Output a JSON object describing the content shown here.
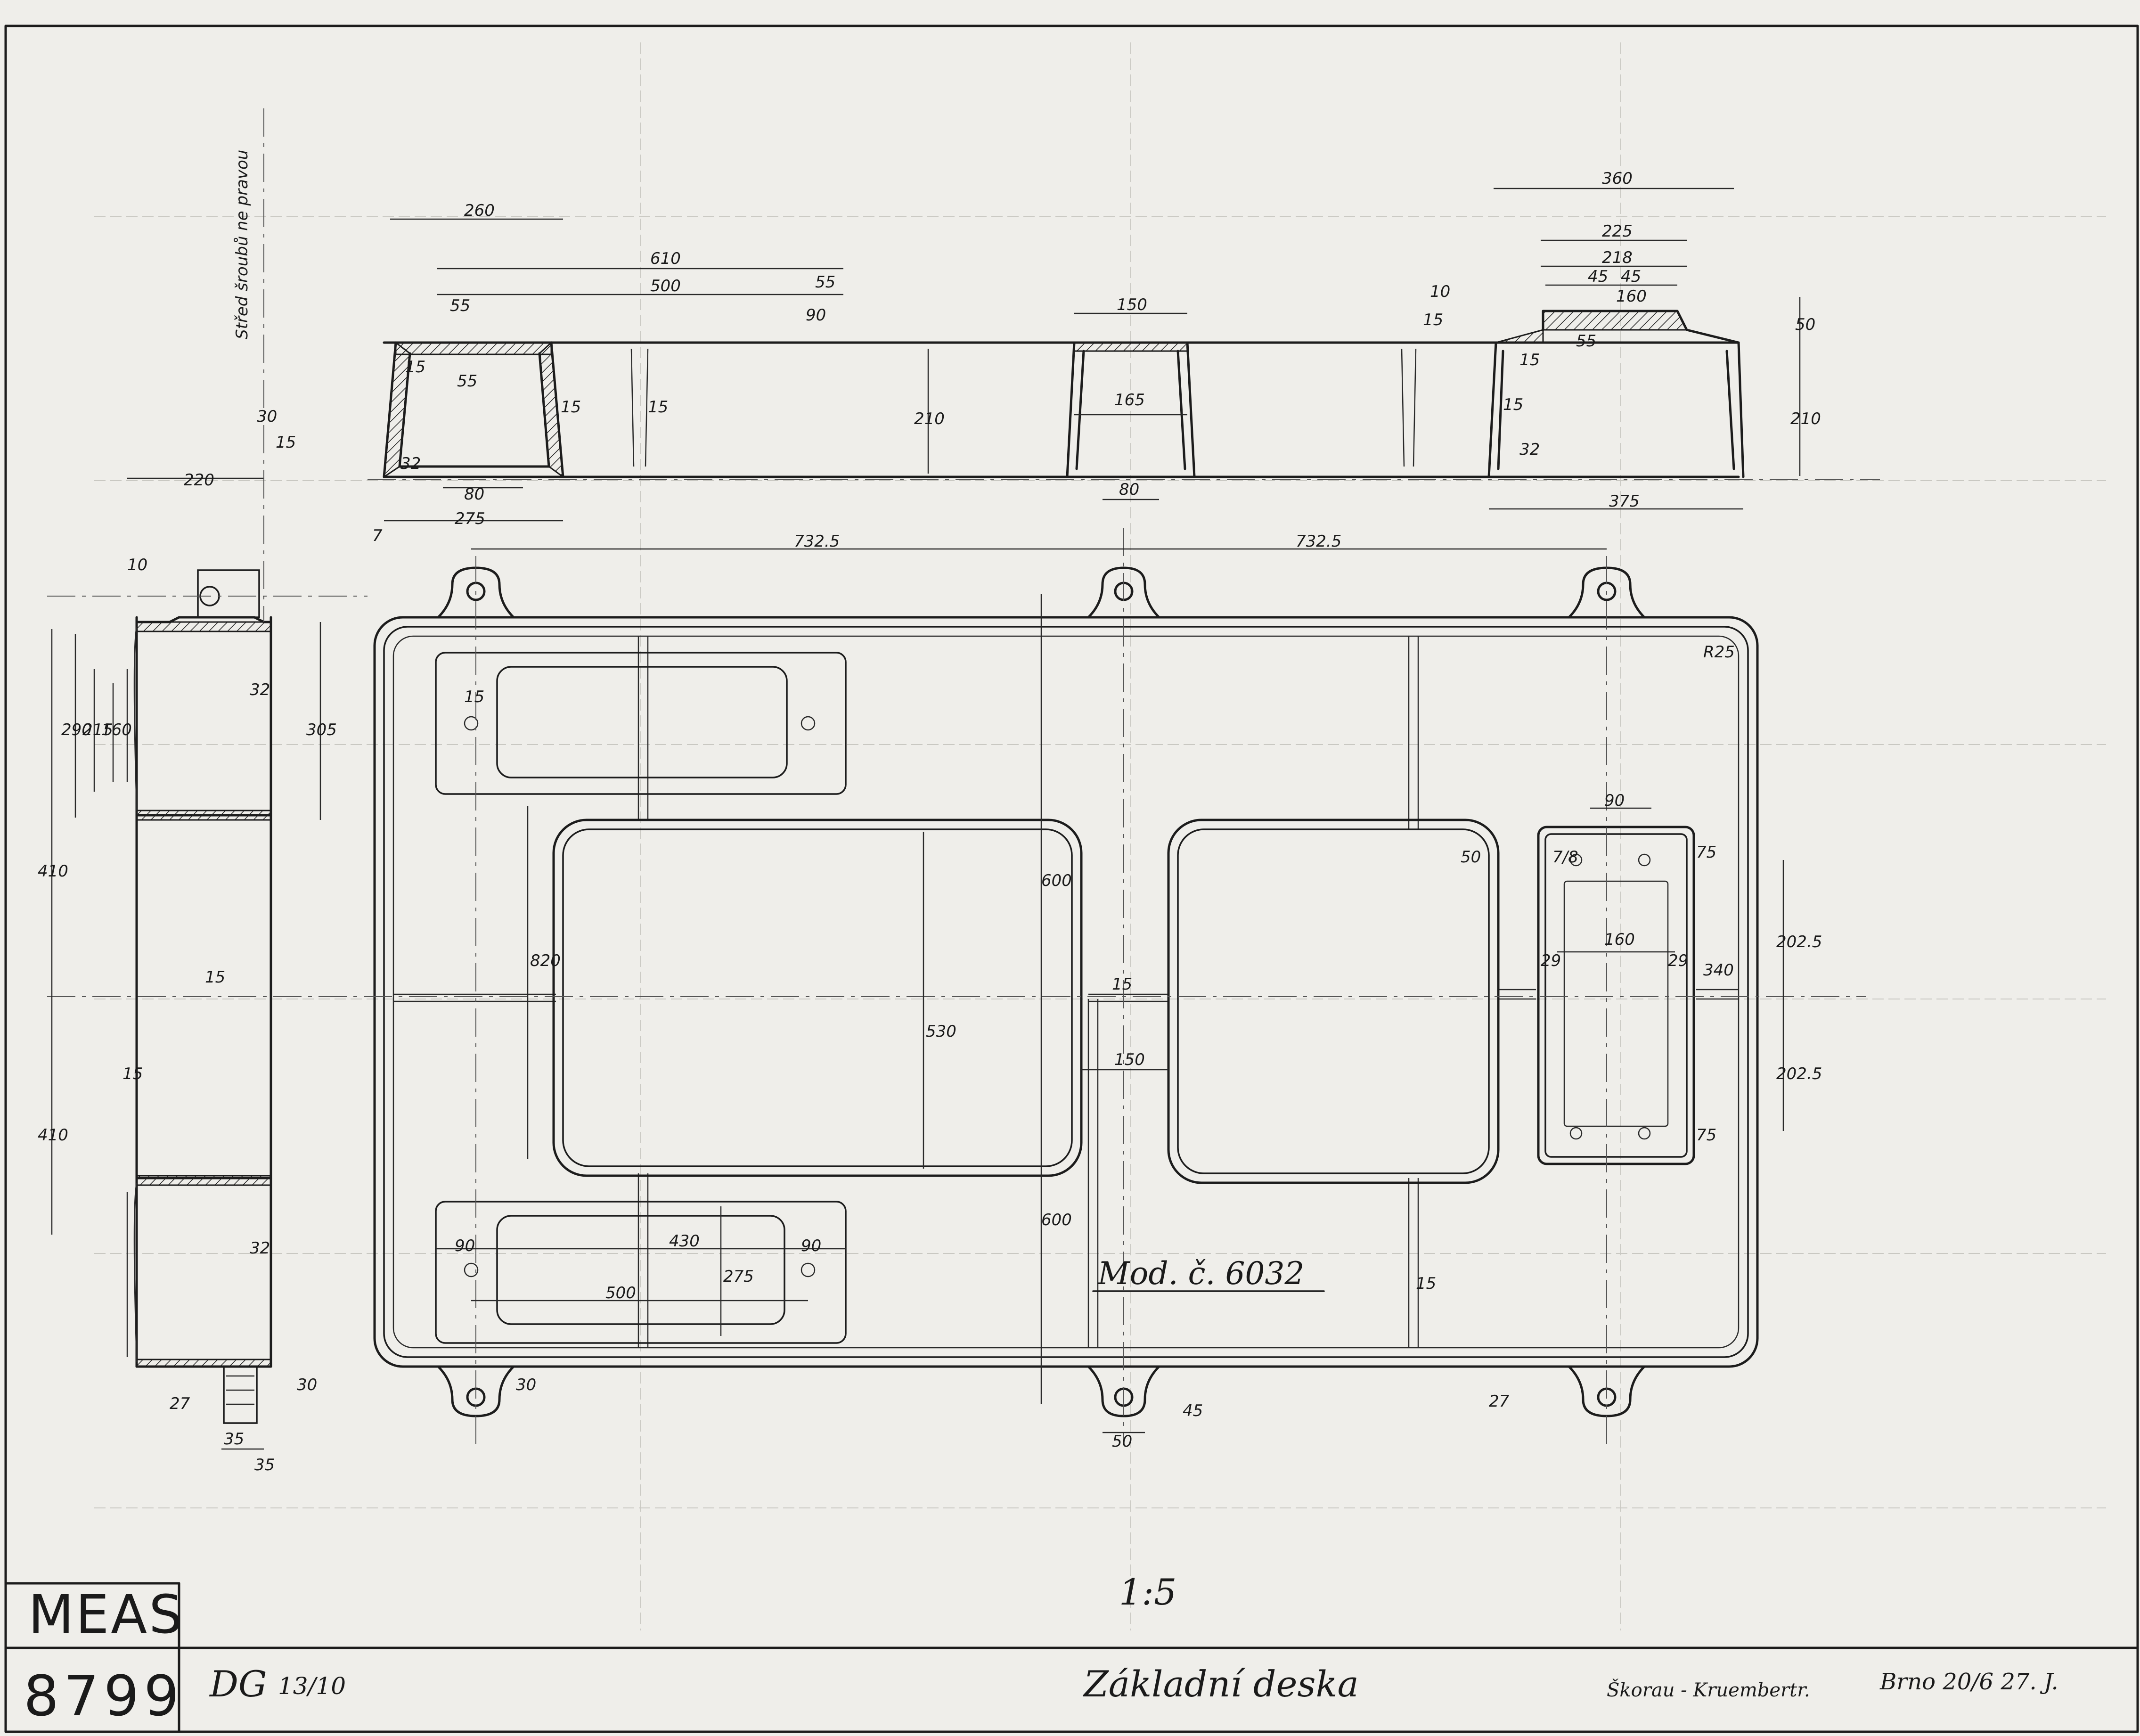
{
  "title_block": {
    "archive": "MEAS",
    "number": "8799",
    "initials": "DG",
    "date_small": "13/10",
    "title": "Základní deska",
    "drawn_by": "Škorau - Kruembertr.",
    "date_place": "Brno 20/6 27. J."
  },
  "scale": "1:5",
  "model_label": "Mod. č. 6032",
  "side_note": "Střed šroubů ne pravou",
  "dimensions": {
    "top": [
      "260",
      "610",
      "500",
      "55",
      "55",
      "90",
      "150",
      "360",
      "225",
      "218",
      "45",
      "45",
      "160",
      "10",
      "15",
      "50"
    ],
    "section": [
      "210",
      "165",
      "15",
      "15",
      "15",
      "55",
      "32",
      "80",
      "80",
      "15",
      "55",
      "15",
      "32",
      "210",
      "275",
      "375",
      "7"
    ],
    "plan": [
      "732.5",
      "732.5",
      "820",
      "600",
      "530",
      "600",
      "15",
      "150",
      "90",
      "160",
      "340",
      "202.5",
      "202.5",
      "29",
      "29",
      "75",
      "75",
      "7/8",
      "15",
      "R25",
      "50",
      "90",
      "430",
      "90",
      "275",
      "500",
      "15",
      "30",
      "50",
      "45",
      "27"
    ],
    "side": [
      "220",
      "30",
      "15",
      "10",
      "290",
      "215",
      "160",
      "305",
      "32",
      "410",
      "410",
      "15",
      "15",
      "32",
      "27",
      "30",
      "35",
      "35"
    ]
  },
  "colors": {
    "paper": "#efeeea",
    "ink": "#1c1c1c",
    "grid": "#c9c8c2"
  }
}
